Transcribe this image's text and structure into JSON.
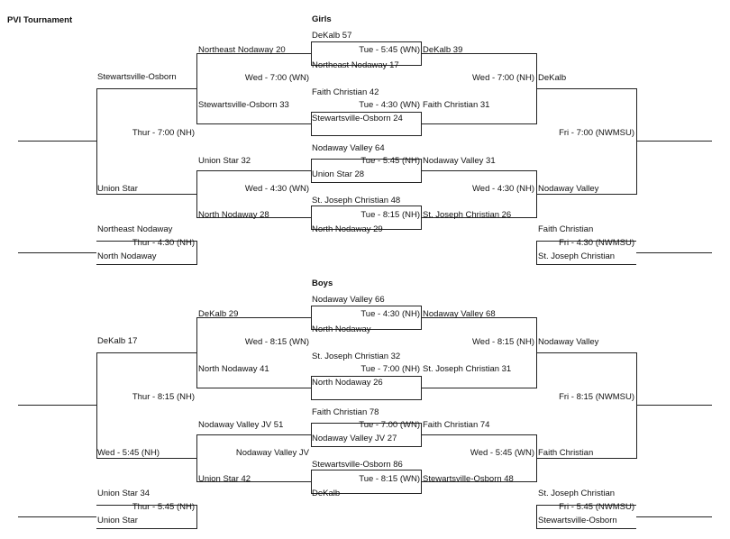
{
  "page_title": "PVI Tournament",
  "girls": {
    "heading": "Girls",
    "lines": [
      "DeKalb 57",
      "Northeast Nodaway 20",
      "Tue - 5:45 (WN)",
      "DeKalb 39",
      "Stewartsville-Osborn",
      "Northeast Nodaway 17",
      "Wed - 7:00 (WN)",
      "Wed - 7:00 (NH)",
      "DeKalb",
      "Faith Christian 42",
      "Stewartsville-Osborn 33",
      "Tue - 4:30 (WN)",
      "Faith Christian 31",
      "Stewartsville-Osborn 24",
      "Thur - 7:00 (NH)",
      "Fri - 7:00 (NWMSU)",
      "Nodaway Valley 64",
      "Union Star 32",
      "Tue - 5:45 (NH)",
      "Nodaway Valley 31",
      "Union Star 28",
      "Wed - 4:30 (WN)",
      "Wed - 4:30 (NH)",
      "Union Star",
      "Nodaway Valley",
      "St. Joseph Christian 48",
      "North Nodaway 28",
      "Tue - 8:15 (NH)",
      "St. Joseph Christian 26",
      "Northeast Nodaway",
      "North Nodaway 29",
      "Faith Christian",
      "Thur - 4:30 (NH)",
      "Fri - 4:30 (NWMSU)",
      "North Nodaway",
      "St. Joseph Christian"
    ]
  },
  "boys": {
    "heading": "Boys",
    "lines": [
      "Nodaway Valley 66",
      "DeKalb 29",
      "Tue - 4:30 (NH)",
      "Nodaway Valley 68",
      "DeKalb 17",
      "North Nodaway",
      "Wed - 8:15 (WN)",
      "Wed - 8:15 (NH)",
      "Nodaway Valley",
      "St. Joseph Christian 32",
      "North Nodaway 41",
      "Tue - 7:00 (NH)",
      "St. Joseph Christian 31",
      "North Nodaway 26",
      "Thur - 8:15 (NH)",
      "Fri - 8:15 (NWMSU)",
      "Faith Christian 78",
      "Nodaway Valley JV 51",
      "Tue - 7:00 (WN)",
      "Faith Christian 74",
      "Nodaway Valley JV 27",
      "Nodaway Valley JV",
      "Wed - 5:45 (WN)",
      "Wed - 5:45 (NH)",
      "Faith Christian",
      "Stewartsville-Osborn 86",
      "Union Star 42",
      "Tue - 8:15 (WN)",
      "Stewartsville-Osborn 48",
      "Union Star 34",
      "DeKalb",
      "St. Joseph Christian",
      "Thur - 5:45 (NH)",
      "Fri - 5:45 (NWMSU)",
      "Union Star",
      "Stewartsville-Osborn"
    ]
  }
}
